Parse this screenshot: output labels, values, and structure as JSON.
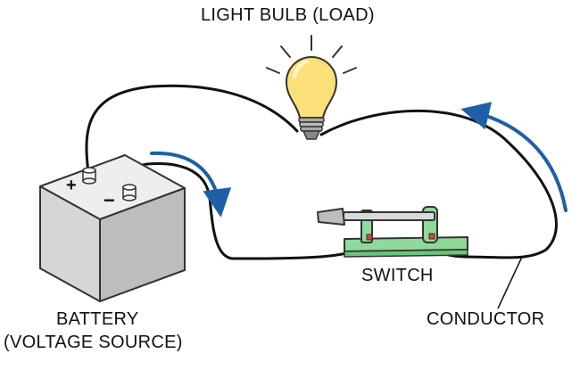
{
  "labels": {
    "bulb": "LIGHT BULB (LOAD)",
    "switch": "SWITCH",
    "battery": "BATTERY",
    "battery_sub": "(VOLTAGE SOURCE)",
    "conductor": "CONDUCTOR"
  },
  "terminals": {
    "positive": "+",
    "negative": "−"
  },
  "colors": {
    "wire": "#111111",
    "arrow": "#1f5fa8",
    "bulb_glass": "#fbe07a",
    "battery_body": "#dcdcdc",
    "switch_base": "#8fd99a",
    "switch_handle": "#bdbdbd"
  }
}
